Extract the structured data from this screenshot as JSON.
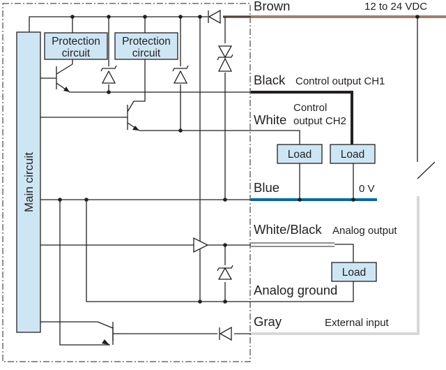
{
  "blocks": {
    "main_circuit": "Main circuit",
    "protection_1": [
      "Protection",
      "circuit"
    ],
    "protection_2": [
      "Protection",
      "circuit"
    ]
  },
  "wires": {
    "brown": "Brown",
    "black": "Black",
    "white": "White",
    "blue": "Blue",
    "white_black": "White/Black",
    "analog_ground": "Analog ground",
    "gray": "Gray"
  },
  "labels": {
    "supply": "12 to 24 VDC",
    "control_ch1": "Control output CH1",
    "control_ch2": [
      "Control",
      "output CH2"
    ],
    "zero_v": "0 V",
    "analog_output": "Analog output",
    "external_input": "External input"
  },
  "loads": [
    "Load",
    "Load",
    "Load"
  ],
  "colors": {
    "brown_wire": "#a3806a",
    "blue_wire": "#0067b0",
    "gray_wire": "#d8d8d8",
    "black_wire": "#231f20",
    "block_fill": "#cde6f4"
  }
}
